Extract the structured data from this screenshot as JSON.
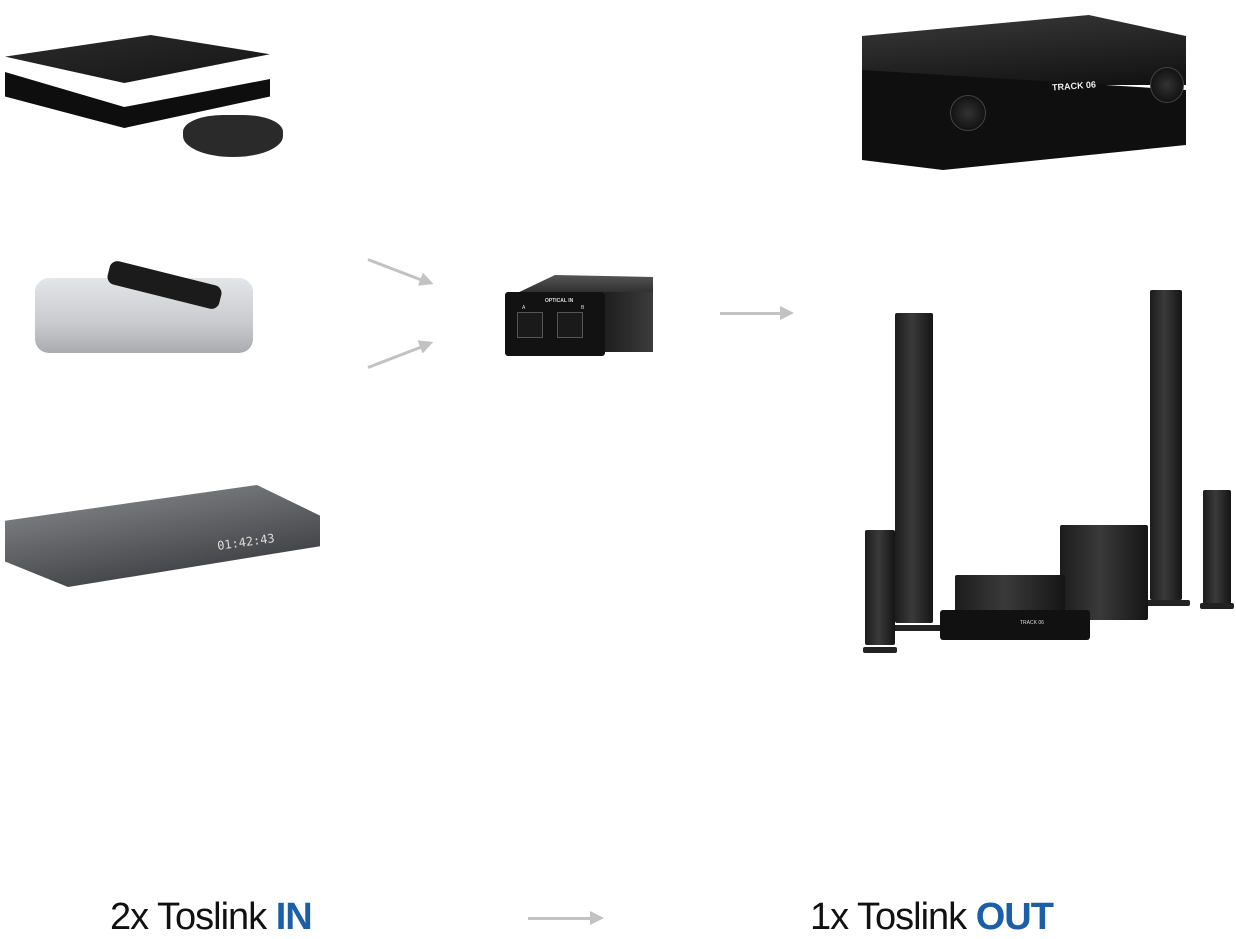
{
  "captions": {
    "input_prefix": "2x Toslink ",
    "input_emphasis": "IN",
    "output_prefix": "1x Toslink ",
    "output_emphasis": "OUT"
  },
  "devices": {
    "switch": {
      "label": "OPTICAL IN",
      "port_a": "A",
      "port_b": "B"
    },
    "receiver": {
      "display": "TRACK 06"
    },
    "bluray": {
      "display": "01:42:43"
    },
    "soundbar": {
      "display": "TRACK 06"
    }
  },
  "colors": {
    "accent": "#1a5fa8",
    "arrow": "#c2c2c2"
  }
}
